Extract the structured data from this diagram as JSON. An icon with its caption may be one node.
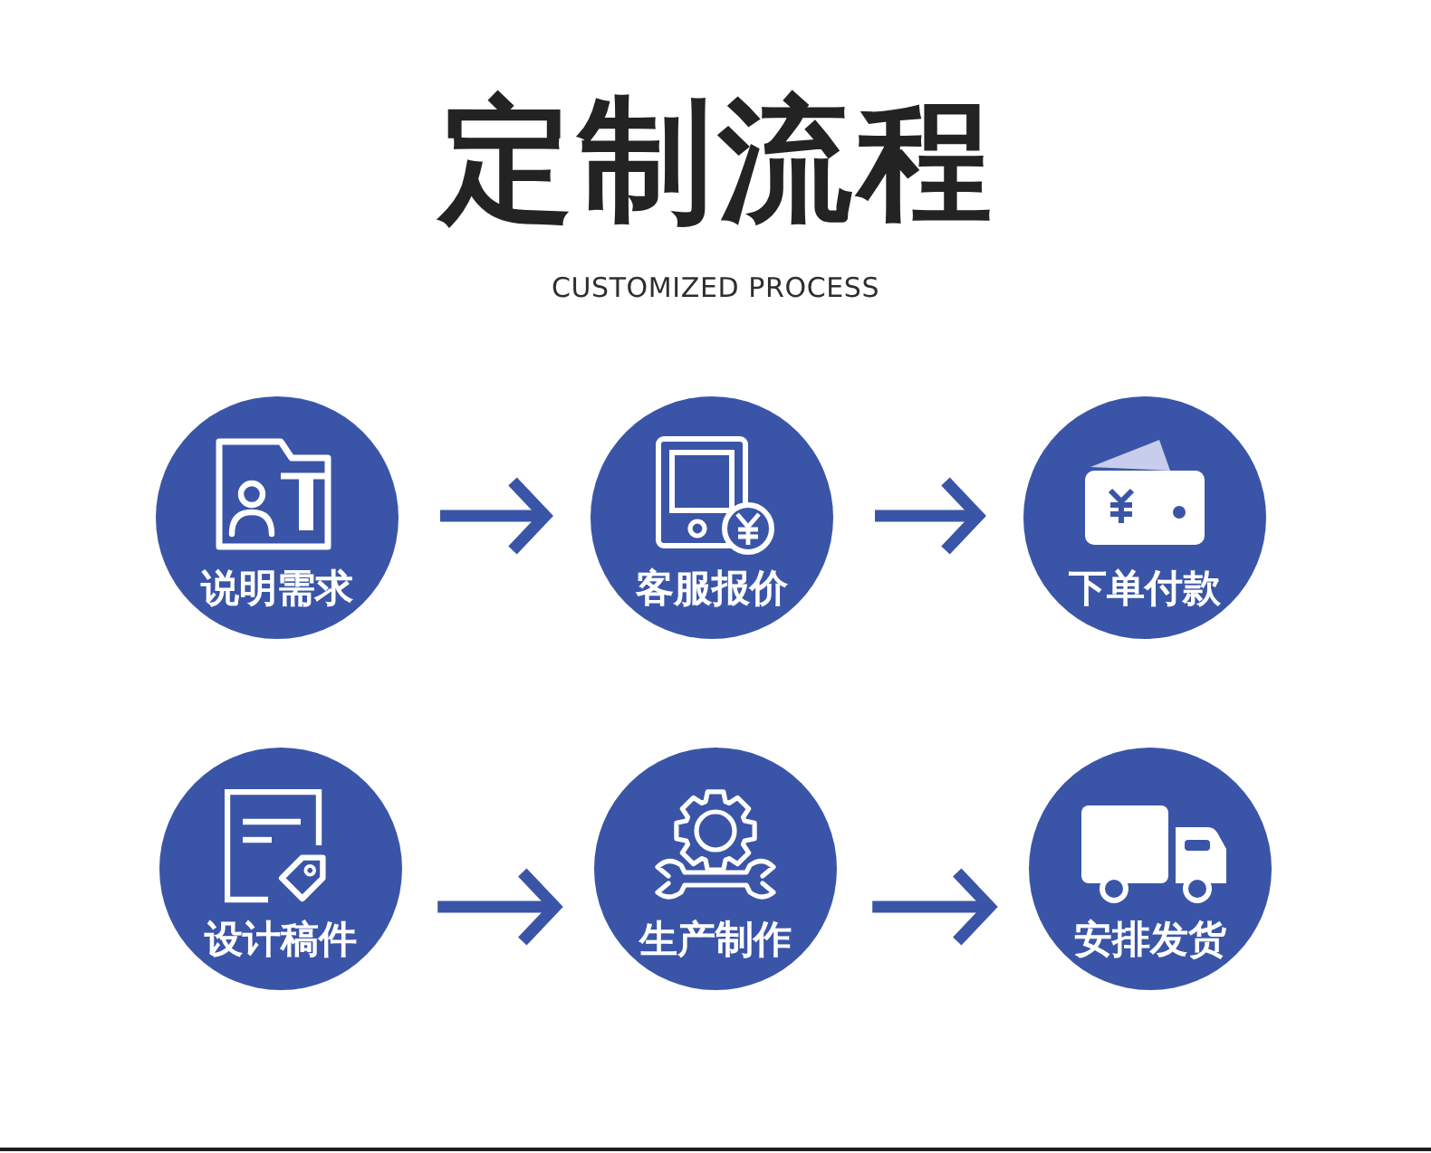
{
  "diagram": {
    "title": "定制流程",
    "nodes": [
      {
        "text": [
          "说明需求"
        ]
      },
      {
        "text": [
          "客服报价"
        ]
      },
      {
        "text": [
          "下单付款"
        ]
      },
      {
        "text": [
          "设计稿件"
        ]
      },
      {
        "text": [
          "生产制作"
        ]
      },
      {
        "text": [
          "安排发货"
        ]
      }
    ],
    "edges": [
      {
        "from": 0,
        "to": 1,
        "arrow": "to"
      },
      {
        "from": 1,
        "to": 2,
        "arrow": "to"
      },
      {
        "from": 3,
        "to": 4,
        "arrow": "to"
      },
      {
        "from": 4,
        "to": 5,
        "arrow": "to"
      }
    ],
    "labels": [
      "CUSTOMIZED PROCESS"
    ]
  }
}
